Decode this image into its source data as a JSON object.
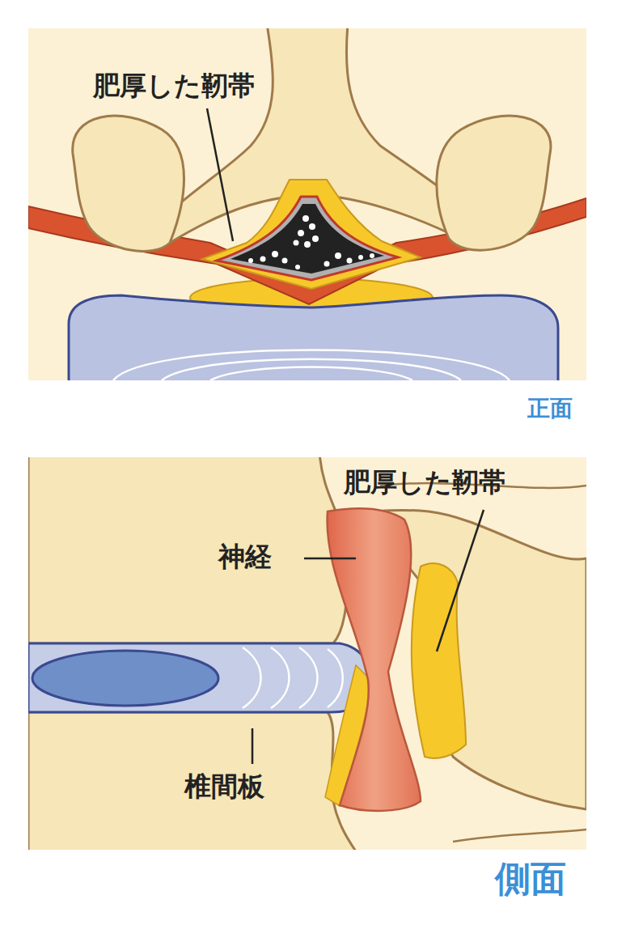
{
  "diagram": {
    "labels": [
      "肥厚した靭帯",
      "正面",
      "肥厚した靭帯",
      "神経",
      "椎間板",
      "側面"
    ]
  }
}
